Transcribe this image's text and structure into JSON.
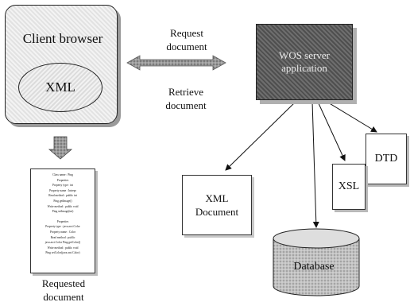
{
  "client": {
    "title": "Client browser",
    "inner": "XML"
  },
  "arrow_labels": {
    "request": [
      "Request",
      "document"
    ],
    "retrieve": [
      "Retrieve",
      "document"
    ]
  },
  "server": {
    "label": "WOS server application"
  },
  "xml_document": {
    "label": [
      "XML",
      "Document"
    ]
  },
  "xsl": {
    "label": "XSL"
  },
  "dtd": {
    "label": "DTD"
  },
  "database": {
    "label": "Database"
  },
  "requested_document": {
    "caption": [
      "Requested",
      "document"
    ],
    "lines_block1": [
      "Class name : Ping",
      "Properties",
      "Property type : int",
      "Property name : Intrepr",
      "Read method : public int",
      "Ping getImage()",
      "Write method : public void",
      "Ping setImage(int)"
    ],
    "lines_block2": [
      "Properties",
      "Property type : java.awt.Color",
      "Property name : Color",
      "Read method : public",
      "java.awt.Color Ping getColor()",
      "Write method : public void",
      "Ping setColor(java.awt.Color)"
    ]
  },
  "colors": {
    "server_fill": "#5a5a5a",
    "arrow_fill": "#8a8a8a",
    "database_fill": "#b5b5b5"
  },
  "icons": [
    "down-arrow-icon",
    "double-arrow-icon",
    "database-cylinder-icon"
  ]
}
